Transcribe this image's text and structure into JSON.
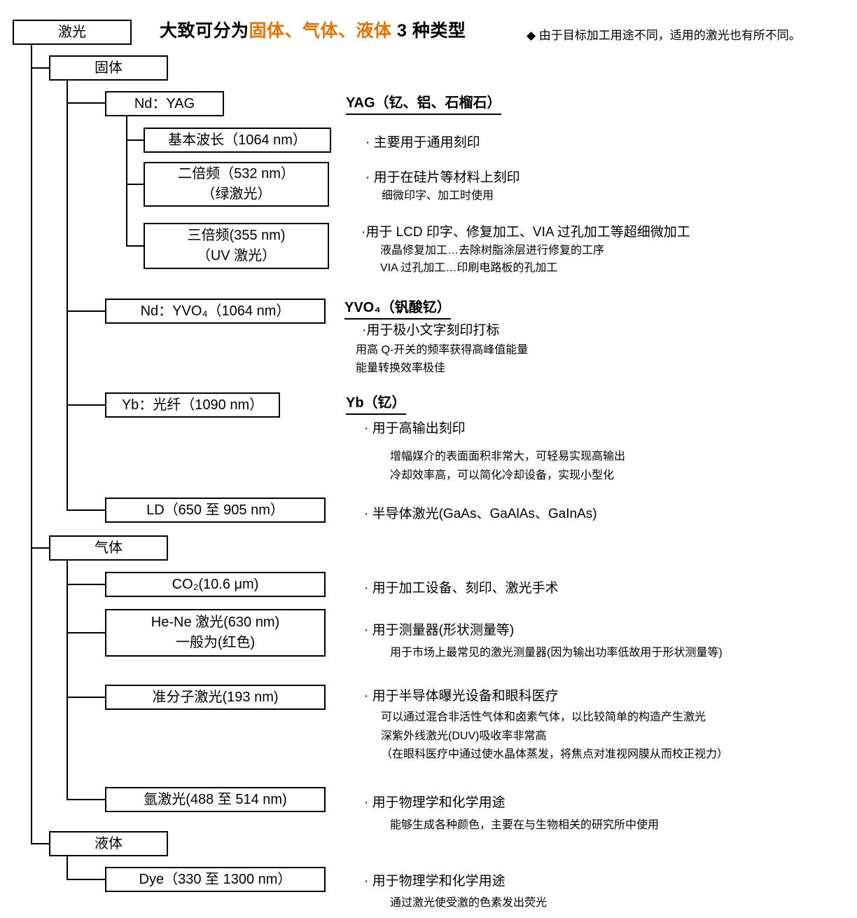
{
  "header": {
    "title_prefix": "大致可分为",
    "title_highlight": "固体、气体、液体",
    "title_suffix": " 3 种类型",
    "note": "◆ 由于目标加工用途不同，适用的激光也有所不同。",
    "accent_color": "#e87100"
  },
  "tree": {
    "root": "激光",
    "solid": "固体",
    "gas": "气体",
    "liquid": "液体",
    "nd_yag": "Nd：YAG",
    "fundamental": "基本波长（1064 nm）",
    "shg_line1": "二倍频（532 nm）",
    "shg_line2": "（绿激光）",
    "thg_line1": "三倍频(355 nm)",
    "thg_line2": "（UV 激光）",
    "nd_yvo4": "Nd：YVO₄（1064 nm）",
    "yb_fiber": "Yb：光纤（1090 nm）",
    "ld": "LD（650 至 905 nm）",
    "co2": "CO₂(10.6 μm)",
    "hene_line1": "He-Ne 激光(630 nm)",
    "hene_line2": "一般为(红色)",
    "excimer": "准分子激光(193 nm)",
    "argon": "氩激光(488 至 514 nm)",
    "dye": "Dye（330 至 1300 nm）"
  },
  "annotations": {
    "yag_header": "YAG（钇、铝、石榴石）",
    "yag_item1": "· 主要用于通用刻印",
    "yag_item2": "· 用于在硅片等材料上刻印",
    "yag_item2_sub": "细微印字、加工时使用",
    "yag_item3": "·用于 LCD 印字、修复加工、VIA 过孔加工等超细微加工",
    "yag_item3_sub1": "液晶修复加工…去除树脂涂层进行修复的工序",
    "yag_item3_sub2": "VIA 过孔加工…印刷电路板的孔加工",
    "yvo4_header": "YVO₄（钒酸钇）",
    "yvo4_item1": "·用于极小文字刻印打标",
    "yvo4_sub1": "用高 Q-开关的频率获得高峰值能量",
    "yvo4_sub2": "能量转换效率极佳",
    "yb_header": "Yb（钇）",
    "yb_item1": "· 用于高输出刻印",
    "yb_sub1": "增幅媒介的表面面积非常大，可轻易实现高输出",
    "yb_sub2": "冷却效率高，可以简化冷却设备，实现小型化",
    "ld_note": "· 半导体激光(GaAs、GaAlAs、GaInAs)",
    "co2_note": "· 用于加工设备、刻印、激光手术",
    "hene_note": "· 用于测量器(形状测量等)",
    "hene_sub": "用于市场上最常见的激光测量器(因为输出功率低故用于形状测量等)",
    "excimer_note": "· 用于半导体曝光设备和眼科医疗",
    "excimer_sub1": "可以通过混合非活性气体和卤素气体，以比较简单的构造产生激光",
    "excimer_sub2": "深紫外线激光(DUV)吸收率非常高",
    "excimer_sub3": "（在眼科医疗中通过使水晶体蒸发，将焦点对准视网膜从而校正视力）",
    "argon_note": "· 用于物理学和化学用途",
    "argon_sub": "能够生成各种颜色，主要在与生物相关的研究所中使用",
    "dye_note": "· 用于物理学和化学用途",
    "dye_sub": "通过激光使受激的色素发出荧光"
  }
}
